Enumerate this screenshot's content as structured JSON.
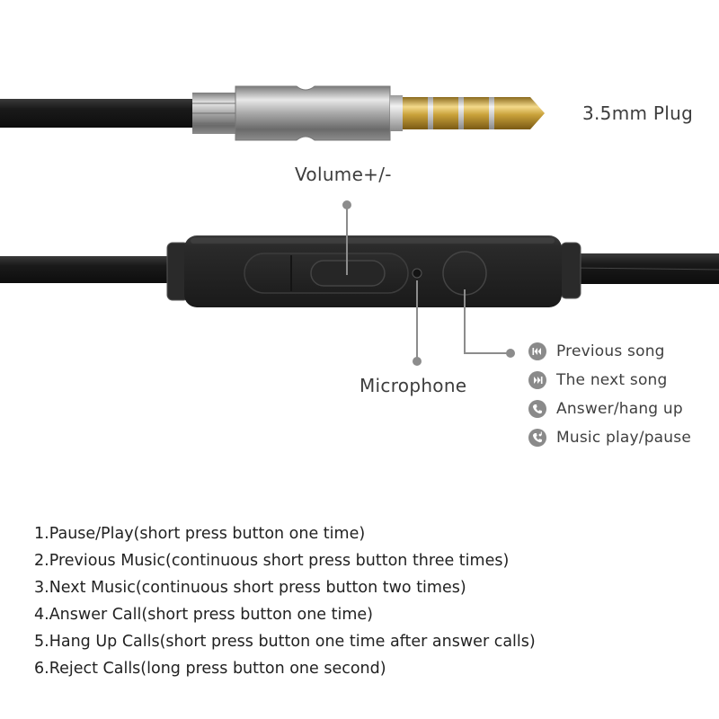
{
  "labels": {
    "plug": "3.5mm Plug",
    "volume": "Volume+/-",
    "microphone": "Microphone"
  },
  "legend": [
    {
      "icon": "previous-track-icon",
      "text": "Previous song"
    },
    {
      "icon": "next-track-icon",
      "text": "The next song"
    },
    {
      "icon": "phone-icon",
      "text": "Answer/hang up"
    },
    {
      "icon": "music-note-icon",
      "text": "Music play/pause"
    }
  ],
  "instructions": [
    "1.Pause/Play(short press button one time)",
    "2.Previous Music(continuous short press button three times)",
    "3.Next Music(continuous short press button two times)",
    "4.Answer Call(short press button one time)",
    "5.Hang Up Calls(short press button one time after answer calls)",
    "6.Reject Calls(long press button one second)"
  ],
  "colors": {
    "cable": "#1c1c1c",
    "controller": "#242424",
    "plug_gold": "#c9a13a",
    "plug_silver": "#b8b8b8",
    "callout": "#8c8c8c"
  }
}
